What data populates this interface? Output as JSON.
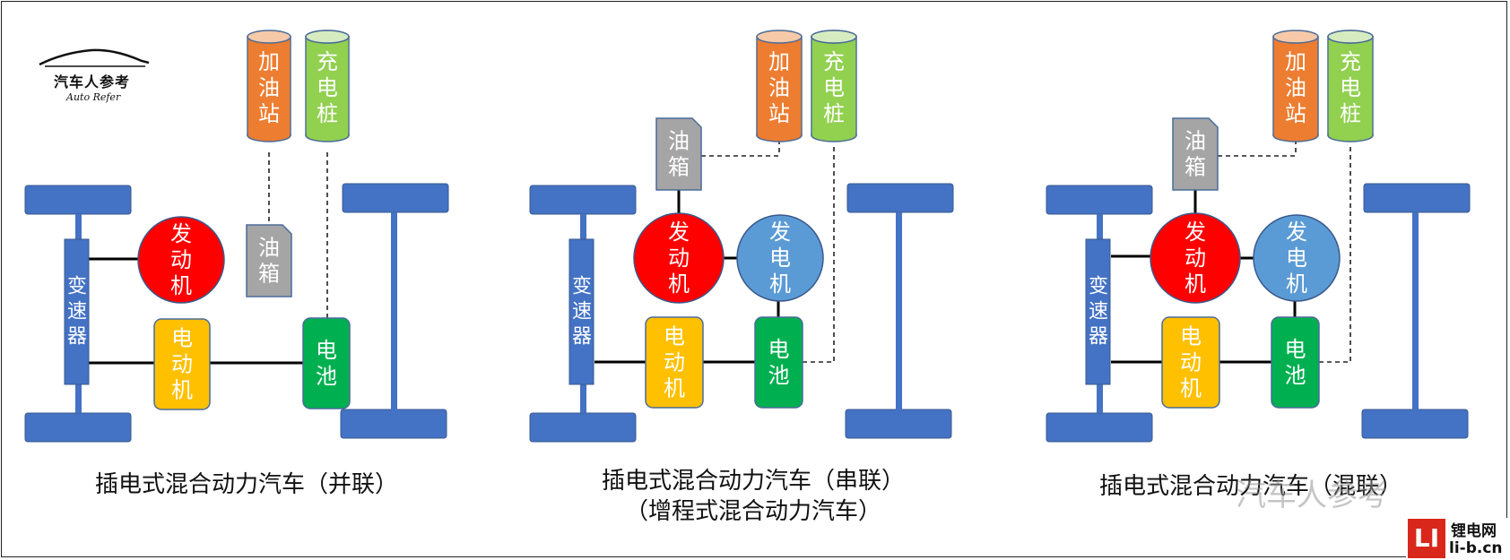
{
  "logo": {
    "text_cn": "汽车人参考",
    "text_en": "Auto Refer"
  },
  "diagrams": [
    {
      "title_lines": [
        "插电式混合动力汽车（并联）"
      ],
      "components": {
        "fuel_station": "加油站",
        "charger": "充电桩",
        "fuel_tank": "油箱",
        "engine": "发动机",
        "transmission": "变速器",
        "motor": "电动机",
        "battery": "电池"
      }
    },
    {
      "title_lines": [
        "插电式混合动力汽车（串联）",
        "（增程式混合动力汽车）"
      ],
      "components": {
        "fuel_station": "加油站",
        "charger": "充电桩",
        "fuel_tank": "油箱",
        "engine": "发动机",
        "generator": "发电机",
        "transmission": "变速器",
        "motor": "电动机",
        "battery": "电池"
      }
    },
    {
      "title_lines": [
        "插电式混合动力汽车（混联）"
      ],
      "components": {
        "fuel_station": "加油站",
        "charger": "充电桩",
        "fuel_tank": "油箱",
        "engine": "发动机",
        "generator": "发电机",
        "transmission": "变速器",
        "motor": "电动机",
        "battery": "电池"
      }
    }
  ],
  "watermark": "汽车人参考",
  "corner_logo": {
    "mark": "LI",
    "text_cn": "锂电网",
    "text_en": "li-b.cn"
  },
  "colors": {
    "axle_blue": "#4472c4",
    "fuel_orange": "#ed7d31",
    "charger_green": "#92d050",
    "tank_gray": "#a5a5a5",
    "engine_red": "#ff0000",
    "generator_blue": "#5b9bd5",
    "motor_yellow": "#ffc000",
    "battery_green": "#00b050"
  }
}
